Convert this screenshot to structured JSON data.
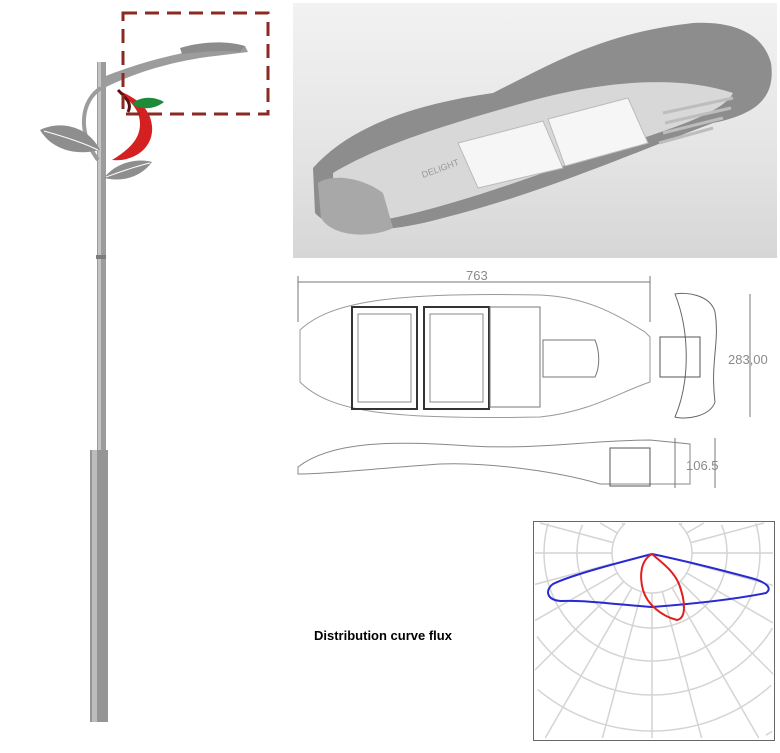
{
  "product": {
    "caption": "Distribution curve flux",
    "dimensions": {
      "length": "763",
      "width": "283,00",
      "height": "106.5"
    },
    "photo_label": "DELIGHT"
  },
  "colors": {
    "pole": "#9a9a9a",
    "highlight_box": "#8b2a22",
    "apple": "#d42020",
    "leaf_green": "#1f8a3a",
    "curve_c0": "#2a2ad0",
    "curve_c90": "#e02020"
  }
}
